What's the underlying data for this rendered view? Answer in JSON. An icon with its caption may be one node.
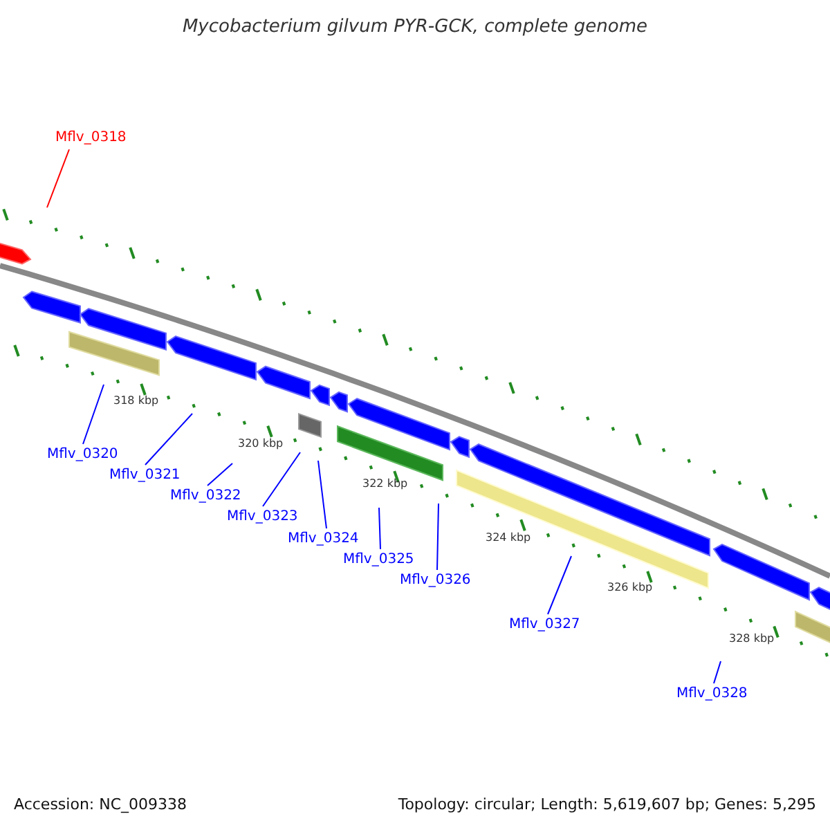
{
  "diagram": {
    "title": "Mycobacterium gilvum PYR-GCK, complete genome",
    "nodes": [
      {
        "text": [
          "Mflv_0318"
        ]
      },
      {
        "text": [
          "Mflv_0320"
        ]
      },
      {
        "text": [
          "Mflv_0321"
        ]
      },
      {
        "text": [
          "Mflv_0322"
        ]
      },
      {
        "text": [
          "Mflv_0323"
        ]
      },
      {
        "text": [
          "Mflv_0324"
        ]
      },
      {
        "text": [
          "Mflv_0325"
        ]
      },
      {
        "text": [
          "Mflv_0326"
        ]
      },
      {
        "text": [
          "Mflv_0327"
        ]
      },
      {
        "text": [
          "Mflv_0328"
        ]
      }
    ],
    "edges": [
      {
        "from": 0,
        "to": null,
        "arrow": "none",
        "color": "#ff0000"
      },
      {
        "from": 1,
        "to": null,
        "arrow": "none"
      },
      {
        "from": 2,
        "to": null,
        "arrow": "none"
      },
      {
        "from": 3,
        "to": null,
        "arrow": "none"
      },
      {
        "from": 4,
        "to": null,
        "arrow": "none"
      },
      {
        "from": 5,
        "to": null,
        "arrow": "none"
      },
      {
        "from": 6,
        "to": null,
        "arrow": "none"
      },
      {
        "from": 7,
        "to": null,
        "arrow": "none"
      },
      {
        "from": 8,
        "to": null,
        "arrow": "none"
      },
      {
        "from": 9,
        "to": null,
        "arrow": "none"
      }
    ],
    "labels": [
      "318 kbp",
      "320 kbp",
      "322 kbp",
      "324 kbp",
      "326 kbp",
      "328 kbp",
      "Accession: NC_009338",
      "Topology: circular; Length: 5,619,607 bp; Genes: 5,295"
    ]
  }
}
